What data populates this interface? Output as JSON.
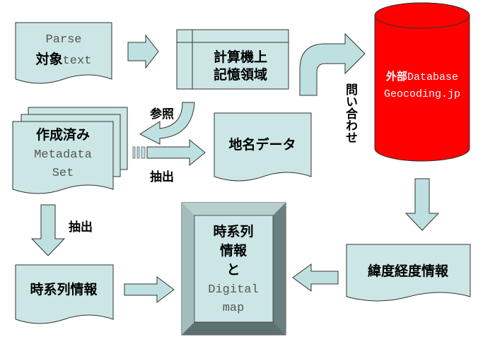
{
  "nodes": {
    "parse": {
      "line1": "Parse",
      "line2a": "対象",
      "line2b": "text"
    },
    "memory": {
      "line1": "計算機上",
      "line2": "記憶領域"
    },
    "database": {
      "line1a": "外部",
      "line1b": "Database",
      "line2": "Geocoding.jp"
    },
    "metadata": {
      "line1": "作成済み",
      "line2": "Metadata",
      "line3": "Set"
    },
    "placename": {
      "label": "地名データ"
    },
    "timeseries": {
      "label": "時系列情報"
    },
    "map": {
      "line1": "時系列",
      "line2": "情報",
      "line3": "と",
      "line4": "Digital",
      "line5": "map"
    },
    "latlon": {
      "label": "緯度経度情報"
    }
  },
  "edges": {
    "reference": "参照",
    "extract_right": "抽出",
    "extract_down": "抽出",
    "query": "問い合わせ"
  },
  "colors": {
    "box": "#cce6e6",
    "arrow": "#bfe0e0",
    "database": "#ff0000",
    "map_frame": "#7f9595"
  }
}
